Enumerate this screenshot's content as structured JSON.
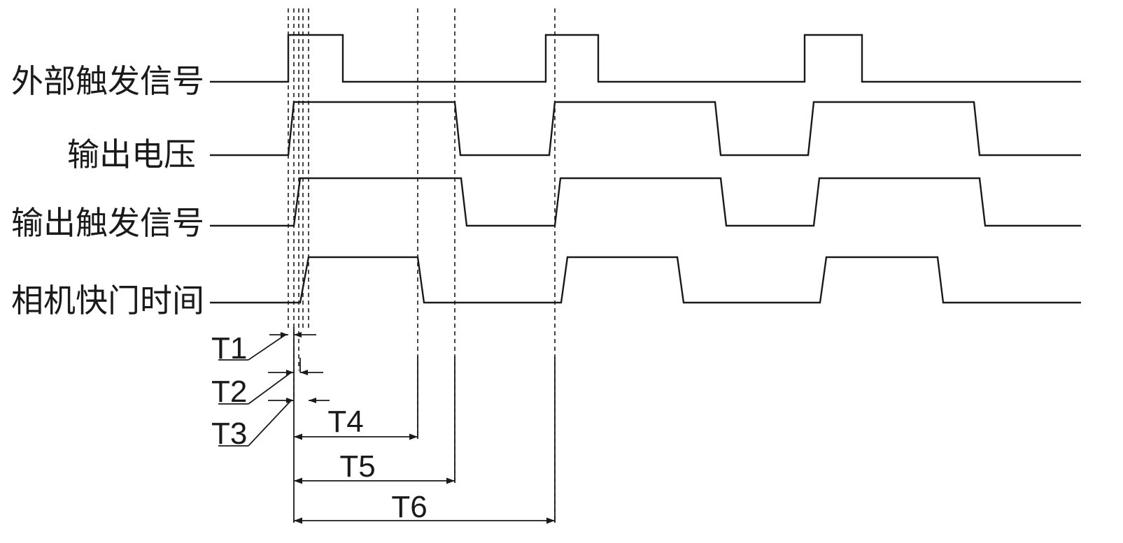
{
  "signals": [
    {
      "id": "external-trigger",
      "label": "外部触发信号"
    },
    {
      "id": "output-voltage",
      "label": "输出电压"
    },
    {
      "id": "output-trigger",
      "label": "输出触发信号"
    },
    {
      "id": "shutter-time",
      "label": "相机快门时间"
    }
  ],
  "intervals": [
    "T1",
    "T2",
    "T3",
    "T4",
    "T5",
    "T6"
  ]
}
